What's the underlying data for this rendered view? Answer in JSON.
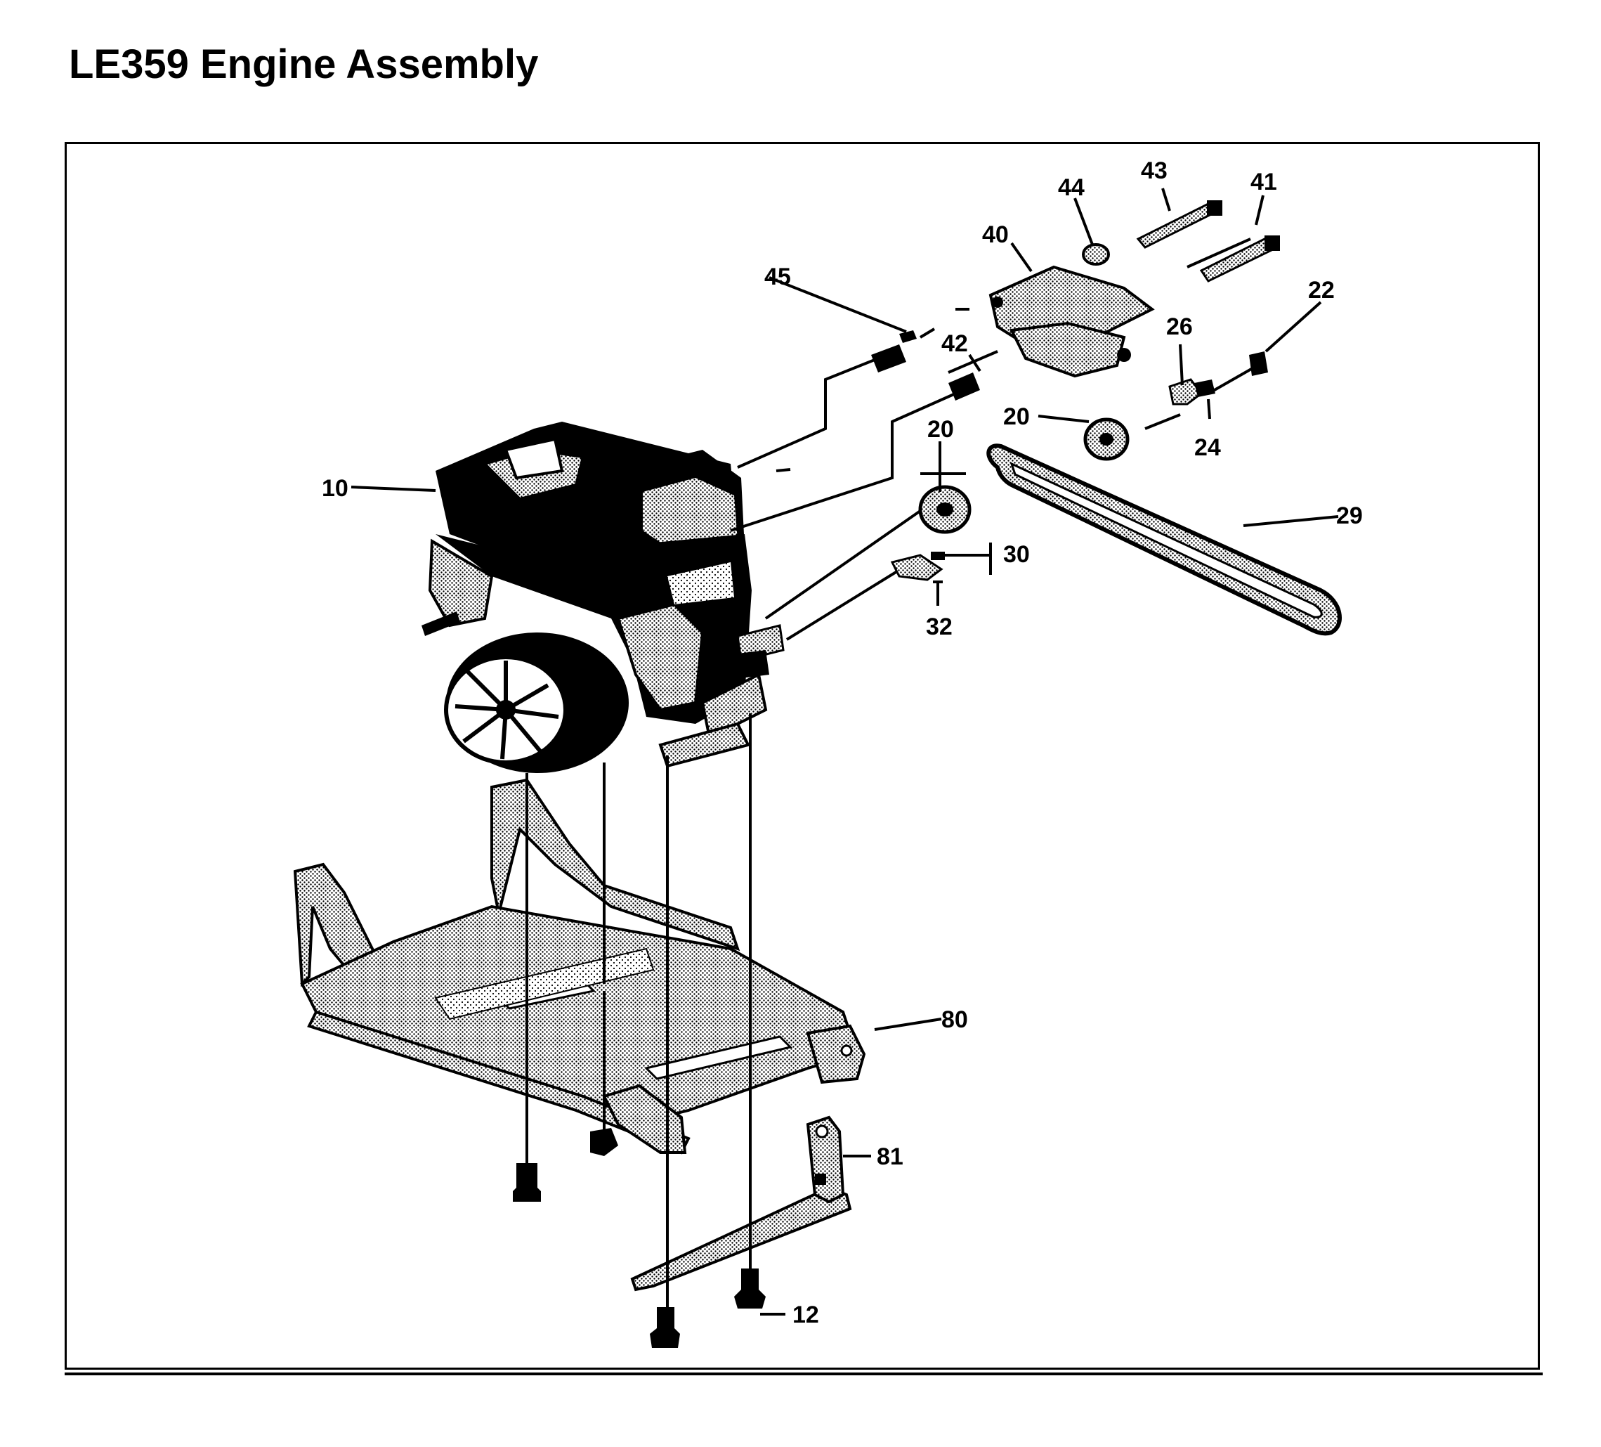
{
  "title": "LE359 Engine Assembly",
  "callouts": {
    "c10": "10",
    "c12": "12",
    "c20a": "20",
    "c20b": "20",
    "c22": "22",
    "c24": "24",
    "c26": "26",
    "c29": "29",
    "c30": "30",
    "c32": "32",
    "c40": "40",
    "c41": "41",
    "c42": "42",
    "c43": "43",
    "c44": "44",
    "c45": "45",
    "c80": "80",
    "c81": "81"
  }
}
